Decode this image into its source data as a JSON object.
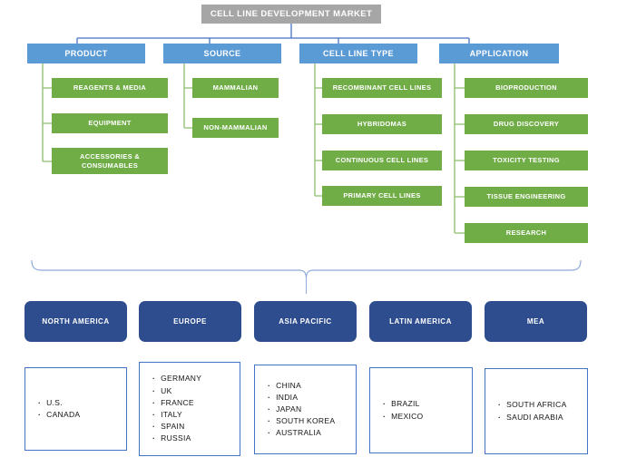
{
  "title": "CELL LINE DEVELOPMENT MARKET",
  "segments": [
    {
      "label": "PRODUCT",
      "children": [
        "REAGENTS & MEDIA",
        "EQUIPMENT",
        "ACCESSORIES & CONSUMABLES"
      ]
    },
    {
      "label": "SOURCE",
      "children": [
        "MAMMALIAN",
        "NON-MAMMALIAN"
      ]
    },
    {
      "label": "CELL LINE TYPE",
      "children": [
        "RECOMBINANT CELL LINES",
        "HYBRIDOMAS",
        "CONTINUOUS CELL LINES",
        "PRIMARY CELL LINES"
      ]
    },
    {
      "label": "APPLICATION",
      "children": [
        "BIOPRODUCTION",
        "DRUG DISCOVERY",
        "TOXICITY TESTING",
        "TISSUE ENGINEERING",
        "RESEARCH"
      ]
    }
  ],
  "regions": [
    {
      "label": "NORTH AMERICA",
      "countries": [
        "U.S.",
        "CANADA"
      ]
    },
    {
      "label": "EUROPE",
      "countries": [
        "GERMANY",
        "UK",
        "FRANCE",
        "ITALY",
        "SPAIN",
        "RUSSIA"
      ]
    },
    {
      "label": "ASIA PACIFIC",
      "countries": [
        "CHINA",
        "INDIA",
        "JAPAN",
        "SOUTH KOREA",
        "AUSTRALIA"
      ]
    },
    {
      "label": "LATIN AMERICA",
      "countries": [
        "BRAZIL",
        "MEXICO"
      ]
    },
    {
      "label": "MEA",
      "countries": [
        "SOUTH AFRICA",
        "SAUDI ARABIA"
      ]
    }
  ],
  "colors": {
    "root_gray": "#a6a6a6",
    "segment_blue": "#5b9bd5",
    "leaf_green": "#70ad47",
    "region_navy": "#2e4d8e",
    "connector_blue": "#4472c4",
    "brace_blue": "#8faadc",
    "list_border_blue": "#4472c4",
    "text_white": "#ffffff",
    "list_text": "#141414"
  }
}
